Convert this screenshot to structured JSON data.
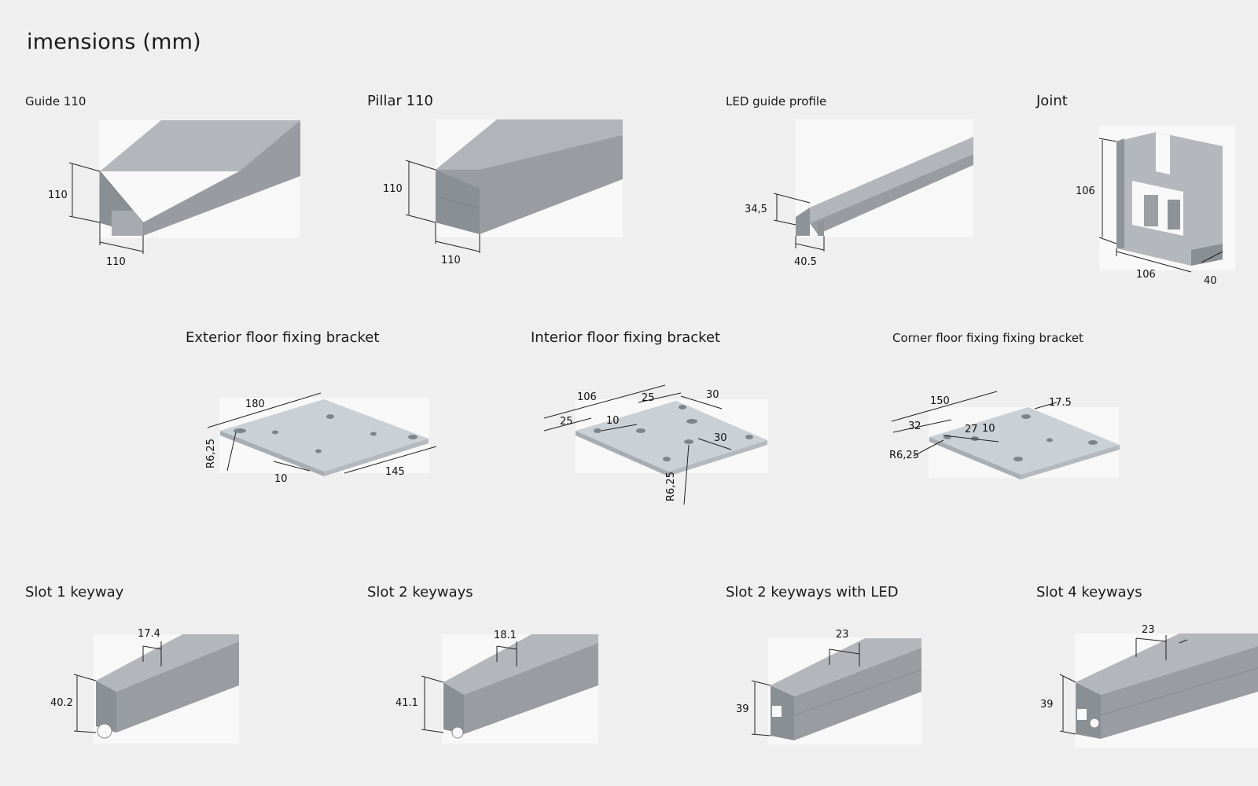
{
  "page": {
    "title": "imensions (mm)"
  },
  "items": {
    "guide110": {
      "label": "Guide 110",
      "dims": [
        "110",
        "110"
      ]
    },
    "pillar110": {
      "label": "Pillar 110",
      "dims": [
        "110",
        "110"
      ]
    },
    "led_guide": {
      "label": "LED guide profile",
      "dims": [
        "34,5",
        "40.5"
      ]
    },
    "joint": {
      "label": "Joint",
      "dims": [
        "106",
        "106",
        "40"
      ]
    },
    "ext_bracket": {
      "label": "Exterior floor fixing bracket",
      "dims": [
        "180",
        "R6,25",
        "10",
        "145"
      ]
    },
    "int_bracket": {
      "label": "Interior floor fixing bracket",
      "dims": [
        "106",
        "25",
        "30",
        "25",
        "10",
        "30",
        "R6,25"
      ]
    },
    "corner_bracket": {
      "label": "Corner floor fixing fixing bracket",
      "dims": [
        "150",
        "17.5",
        "32",
        "27",
        "10",
        "R6,25"
      ]
    },
    "slot1": {
      "label": "Slot 1 keyway",
      "dims": [
        "17.4",
        "40.2"
      ]
    },
    "slot2": {
      "label": "Slot 2 keyways",
      "dims": [
        "18.1",
        "41.1"
      ]
    },
    "slot2led": {
      "label": "Slot 2 keyways with LED",
      "dims": [
        "23",
        "39"
      ]
    },
    "slot4": {
      "label": "Slot 4 keyways",
      "dims": [
        "23",
        "39"
      ]
    }
  },
  "colors": {
    "background": "#efefef",
    "panel": "#f8f8f8",
    "metal_light": "#b4b8bc",
    "metal_mid": "#9a9fa4",
    "metal_dark": "#868b90",
    "plate": "#c9d0d6"
  }
}
